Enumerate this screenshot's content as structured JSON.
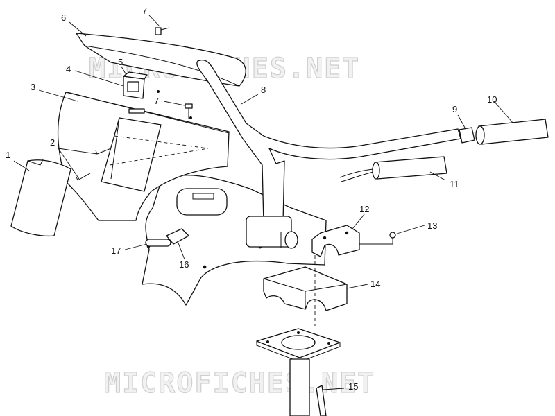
{
  "watermark": "MICROFICHES.NET",
  "callouts": {
    "c1": "1",
    "c2": "2",
    "c3": "3",
    "c4": "4",
    "c5": "5",
    "c6": "6",
    "c7a": "7",
    "c7b": "7",
    "c8": "8",
    "c9": "9",
    "c10": "10",
    "c11": "11",
    "c12": "12",
    "c13": "13",
    "c14": "14",
    "c15": "15",
    "c16": "16",
    "c17": "17"
  }
}
